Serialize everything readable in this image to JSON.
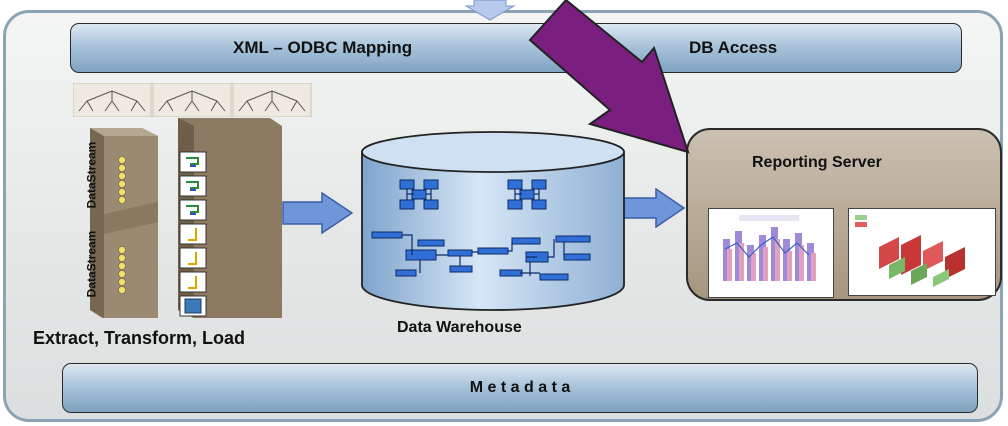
{
  "top_bar": {
    "mapping_label": "XML – ODBC Mapping",
    "access_label": "DB Access"
  },
  "etl": {
    "stream_label_1": "DataStream",
    "stream_label_2": "DataStream",
    "caption": "Extract, Transform, Load"
  },
  "warehouse": {
    "caption": "Data Warehouse"
  },
  "reporting": {
    "title": "Reporting Server"
  },
  "bottom_bar": {
    "label": "M e t a d a t a"
  },
  "colors": {
    "bar_blue": "#9dbbd5",
    "arrow_blue": "#6f96d8",
    "purple_arrow": "#7a1e80",
    "server_brown": "#a89882",
    "cylinder_blue": "#a8c6e6"
  }
}
